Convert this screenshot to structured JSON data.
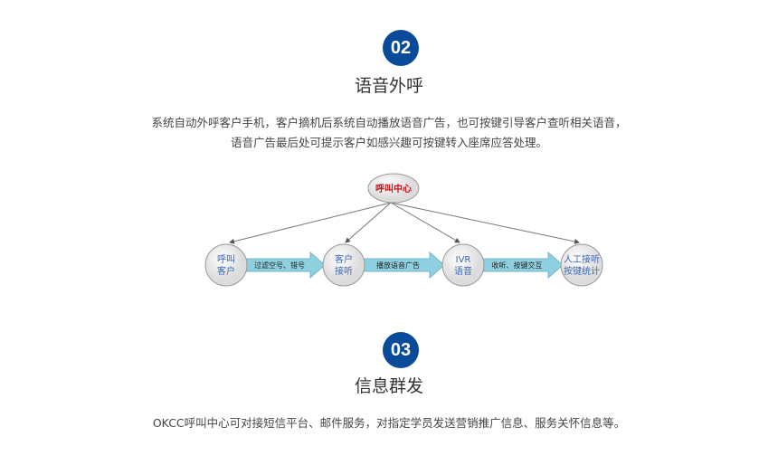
{
  "section2": {
    "number": "02",
    "title": "语音外呼",
    "lines": [
      "系统自动外呼客户手机，客户摘机后系统自动播放语音广告，也可按键引导客户查听相关语音，",
      "语音广告最后处可提示客户如感兴趣可按键转入座席应答处理。"
    ]
  },
  "diagram": {
    "center": "呼叫中心",
    "nodes": [
      [
        "呼叫",
        "客户"
      ],
      [
        "客户",
        "接听"
      ],
      [
        "IVR",
        "语音"
      ],
      [
        "人工接听",
        "按键统计"
      ]
    ],
    "arrows": [
      "过滤空号、错号",
      "播放语音广告",
      "收听、按键交互"
    ],
    "colors": {
      "center_text": "#cc1111",
      "node_text": "#3a66b0",
      "arrow": "#8fd0e0"
    }
  },
  "section3": {
    "number": "03",
    "title": "信息群发",
    "lines": [
      "OKCC呼叫中心可对接短信平台、邮件服务，对指定学员发送营销推广信息、服务关怀信息等。"
    ]
  }
}
